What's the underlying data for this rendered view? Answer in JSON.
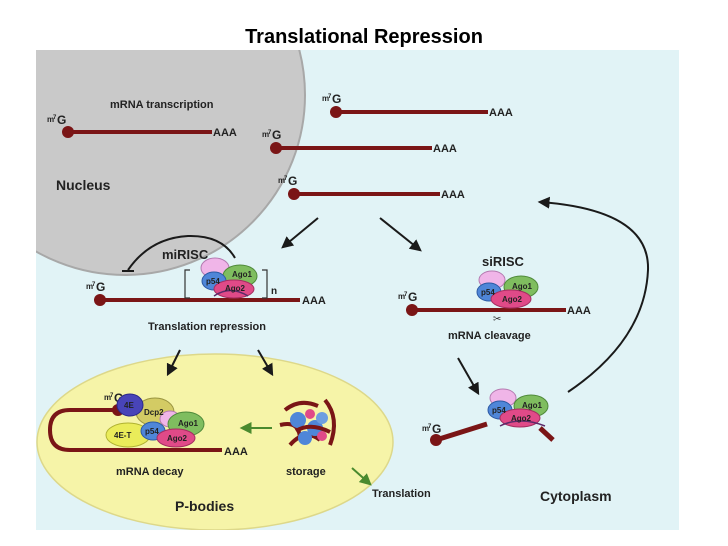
{
  "title": "Translational Repression",
  "colors": {
    "background": "#e1f3f6",
    "nucleus": "#c9c9c9",
    "pbody": "#f6f4a8",
    "mrna": "#7a1516",
    "arrow": "#1a1a1a",
    "green_arrow": "#4a8a2e"
  },
  "mrna": {
    "cap_m": "m",
    "cap_7": "7",
    "cap_g": "G",
    "tail": "AAA"
  },
  "labels": {
    "mrna_transcription": "mRNA transcription",
    "nucleus": "Nucleus",
    "mirisc": "miRISC",
    "sirisc": "siRISC",
    "translation_repression": "Translation repression",
    "mrna_cleavage": "mRNA cleavage",
    "mrna_decay": "mRNA decay",
    "storage": "storage",
    "p_bodies": "P-bodies",
    "translation": "Translation",
    "cytoplasm": "Cytoplasm",
    "repeat_n": "n"
  },
  "proteins": {
    "ago1": "Ago1",
    "ago2": "Ago2",
    "p54": "p54",
    "e4": "4E",
    "e4t": "4E-T",
    "dcp2": "Dcp2"
  }
}
